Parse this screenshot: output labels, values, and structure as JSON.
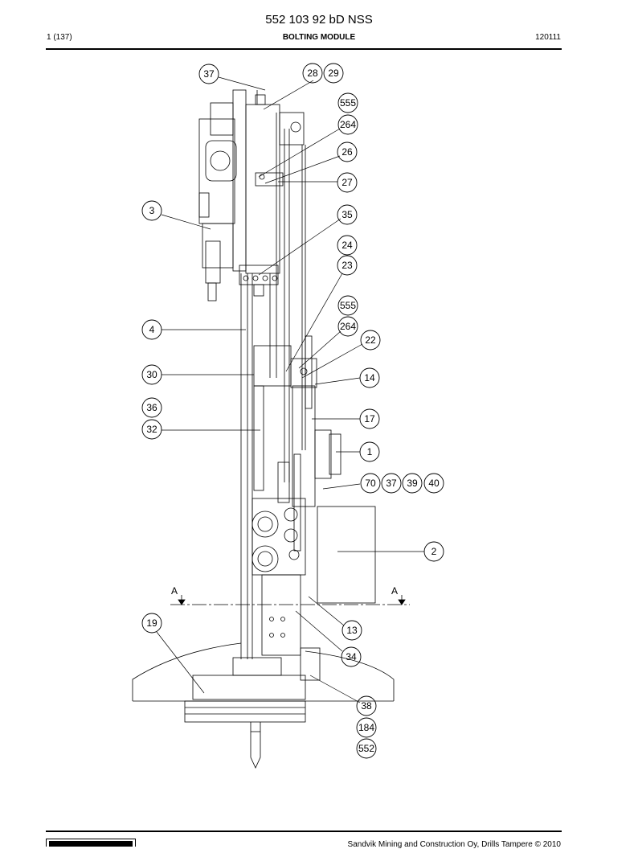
{
  "header": {
    "doc_code": "552 103 92 bD NSS",
    "page": "1 (137)",
    "title": "BOLTING MODULE",
    "date": "120111"
  },
  "section_marks": {
    "left": "A",
    "right": "A"
  },
  "callouts": [
    "37",
    "28",
    "29",
    "555",
    "264",
    "26",
    "27",
    "3",
    "35",
    "24",
    "23",
    "555",
    "264",
    "22",
    "4",
    "30",
    "14",
    "36",
    "32",
    "17",
    "1",
    "70",
    "37",
    "39",
    "40",
    "2",
    "19",
    "13",
    "34",
    "38",
    "184",
    "552"
  ],
  "footer": {
    "company": "Sandvik Mining and Construction Oy, Drills Tampere © 2010"
  }
}
